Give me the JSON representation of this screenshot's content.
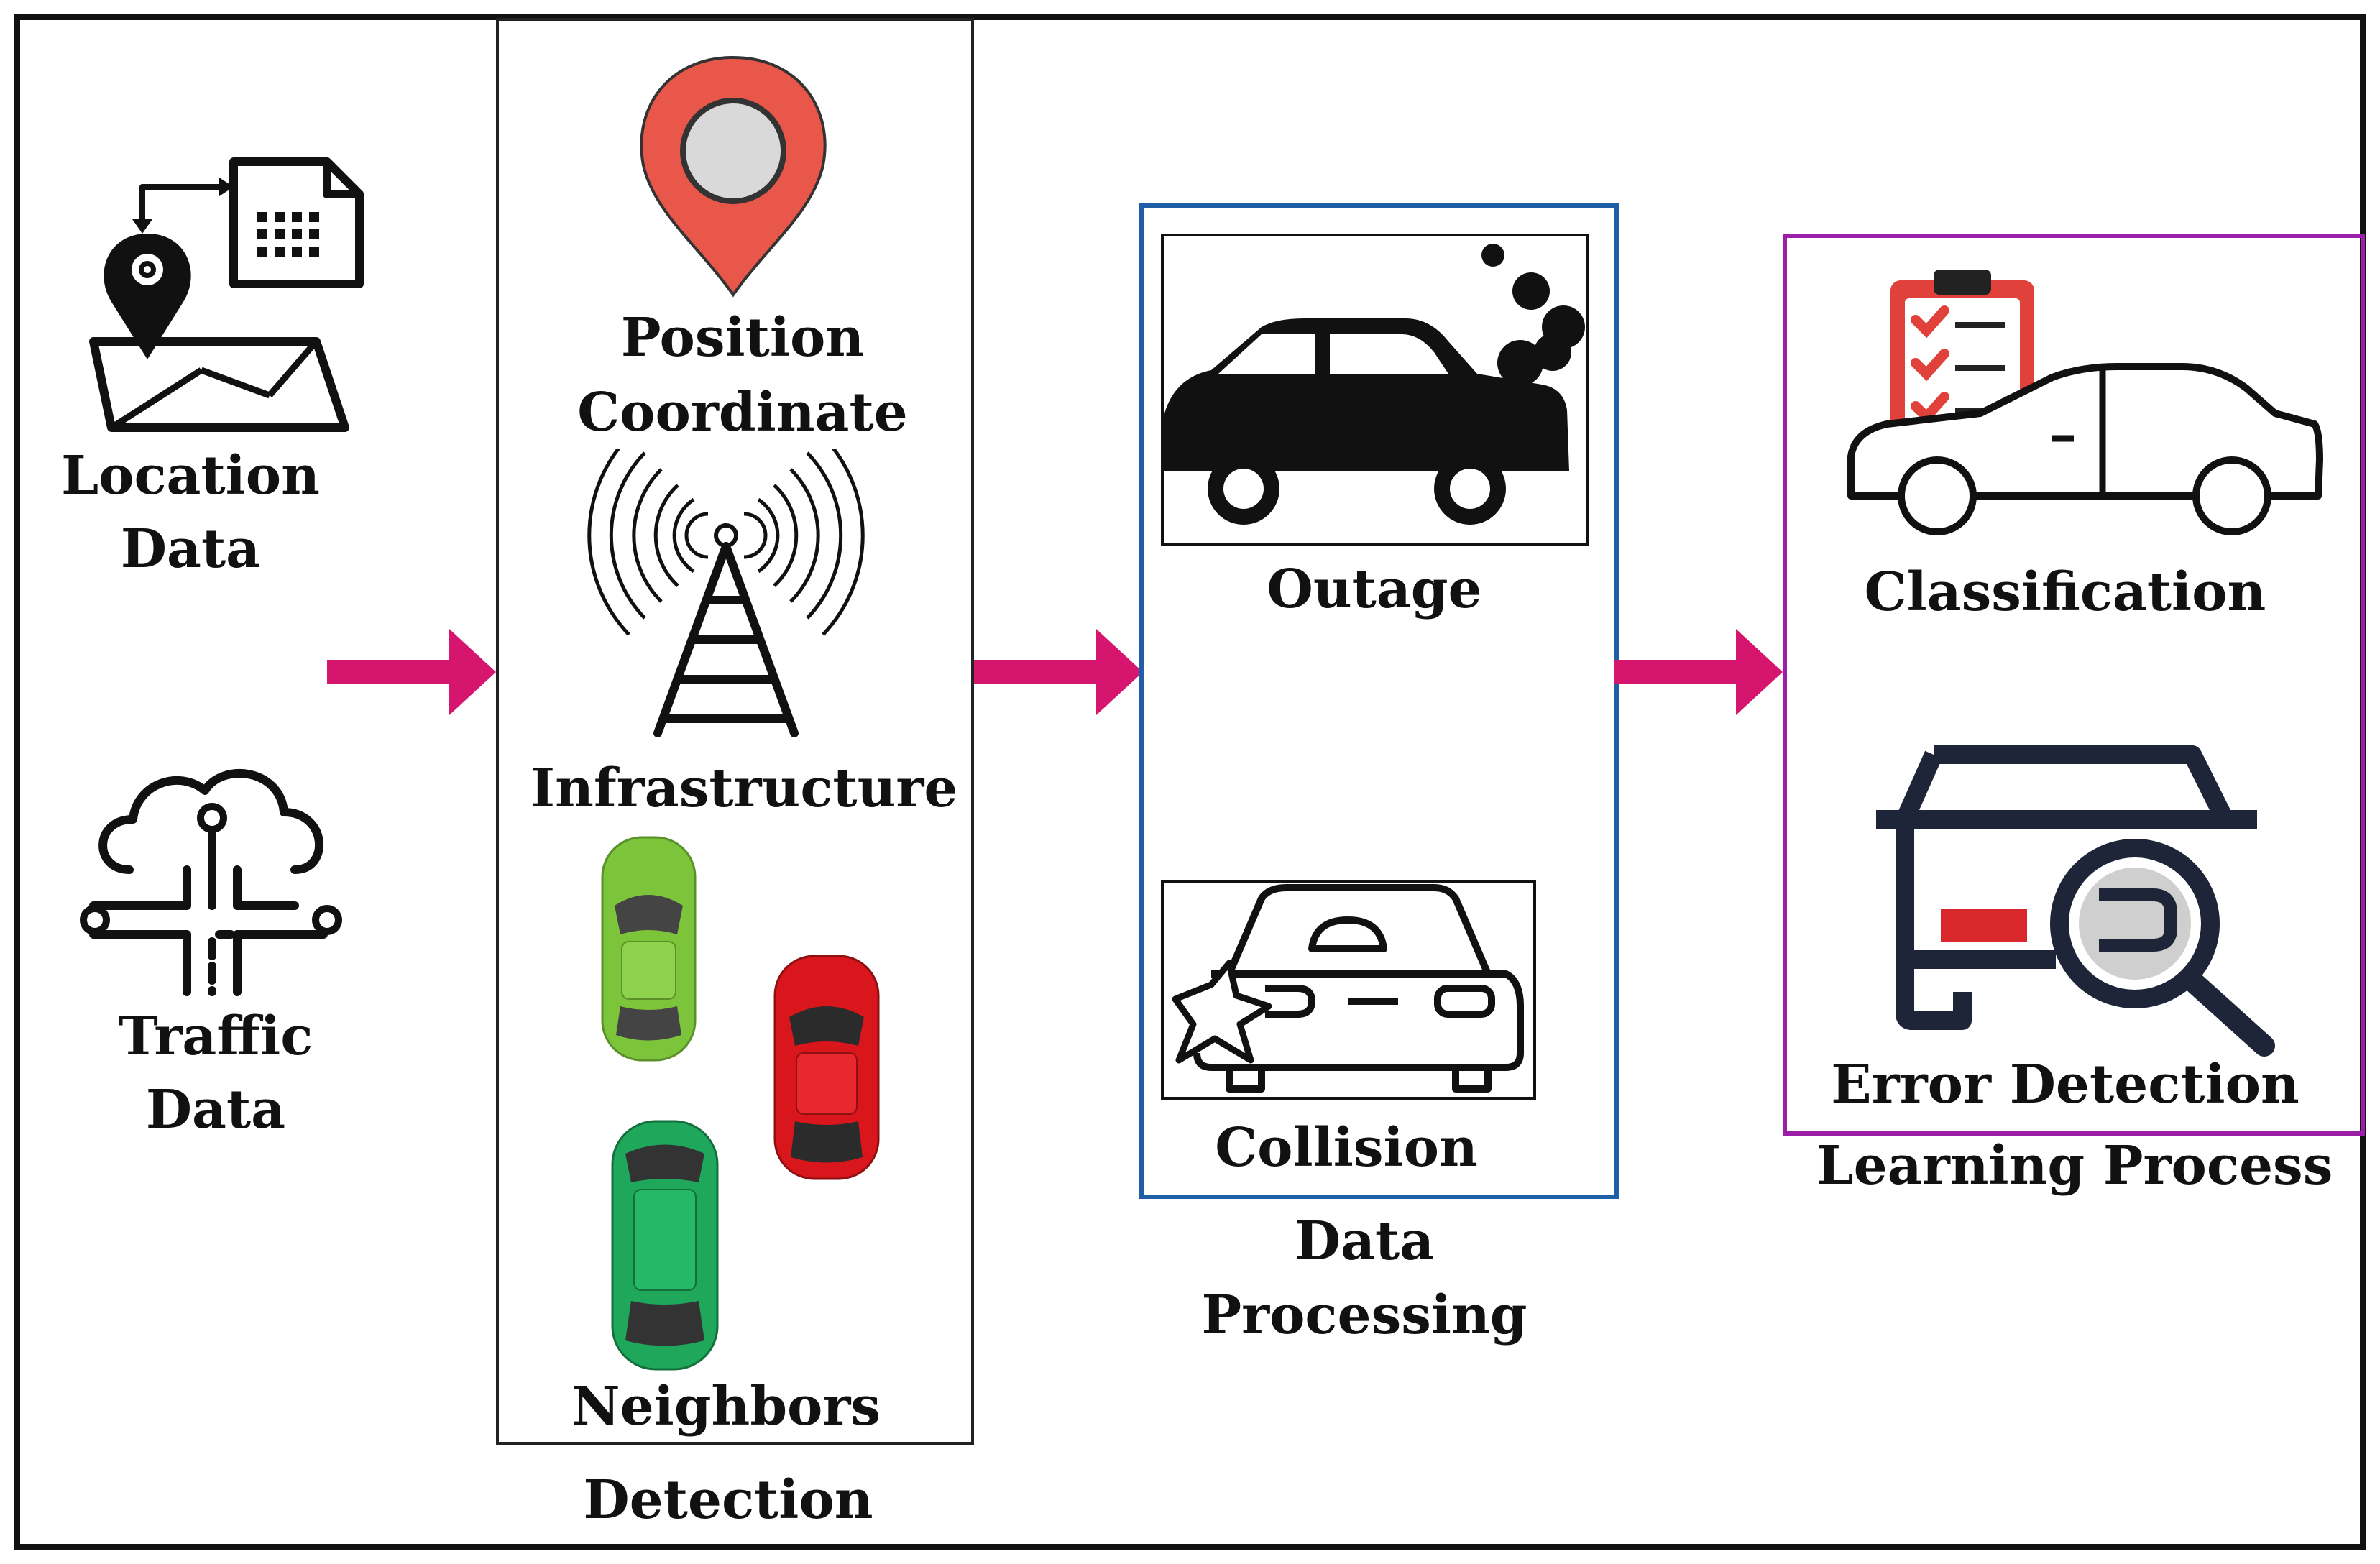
{
  "inputs": {
    "location_line1": "Location",
    "location_line2": "Data",
    "traffic_line1": "Traffic",
    "traffic_line2": "Data"
  },
  "detection": {
    "position_line1": "Position",
    "position_line2": "Coordinate",
    "infrastructure": "Infrastructure",
    "neighbors": "Neighbors",
    "caption": "Detection"
  },
  "processing": {
    "outage": "Outage",
    "collision": "Collision",
    "caption_line1": "Data",
    "caption_line2": "Processing"
  },
  "learning": {
    "classification": "Classification",
    "error_detection": "Error Detection",
    "caption": "Learning Process"
  },
  "colors": {
    "arrow": "#d6166e",
    "processing_border": "#1f5fa8",
    "learning_border": "#9b1fa8",
    "pin": "#e8574a",
    "error_bar": "#d9282b",
    "clipboard": "#e0413b",
    "car_green": "#7cc43a",
    "car_red": "#d8161b",
    "car_teal": "#1fa85c"
  }
}
